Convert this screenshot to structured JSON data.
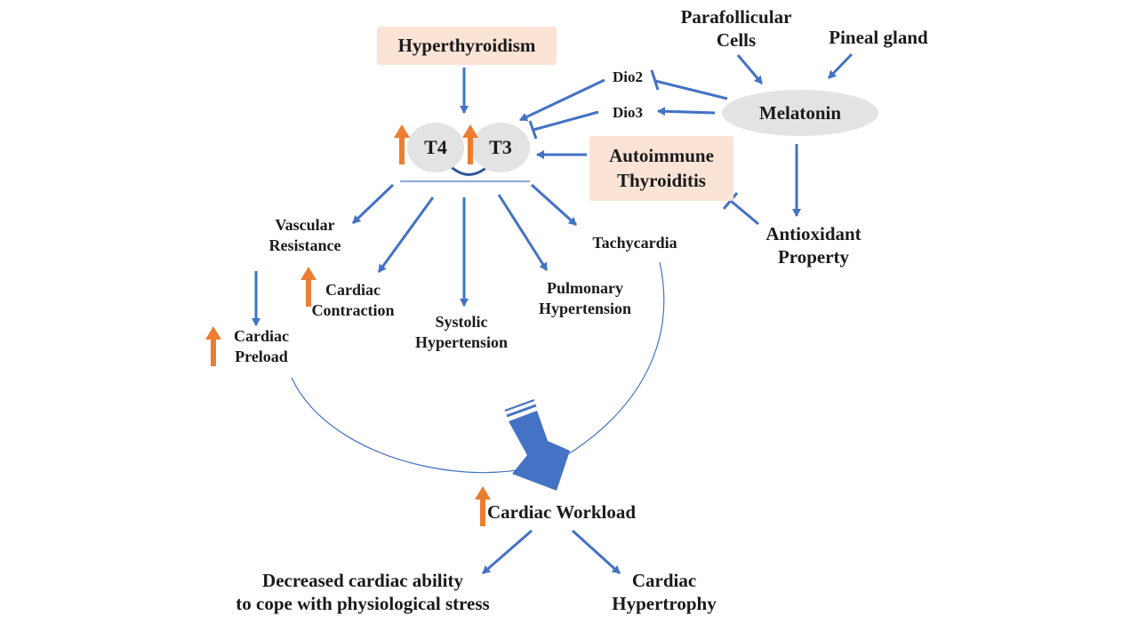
{
  "nodes": {
    "hyperthyroidism": "Hyperthyroidism",
    "parafollicular_cells": "Parafollicular\nCells",
    "pineal_gland": "Pineal gland",
    "dio2": "Dio2",
    "dio3": "Dio3",
    "melatonin": "Melatonin",
    "t4": "T4",
    "t3": "T3",
    "autoimmune_thyroiditis": "Autoimmune\nThyroiditis",
    "antioxidant_property": "Antioxidant\nProperty",
    "vascular_resistance": "Vascular\nResistance",
    "cardiac_contraction": "Cardiac\nContraction",
    "systolic_hypertension": "Systolic\nHypertension",
    "pulmonary_hypertension": "Pulmonary\nHypertension",
    "tachycardia": "Tachycardia",
    "cardiac_preload": "Cardiac\nPreload",
    "cardiac_workload": "Cardiac Workload",
    "decreased_cardiac_ability": "Decreased cardiac ability\nto cope with physiological stress",
    "cardiac_hypertrophy": "Cardiac\nHypertrophy"
  },
  "colors": {
    "arrow_blue": "#4472c4",
    "increase_orange": "#ed7d31",
    "box_fill": "#fbe3d6",
    "ellipse_fill": "#e3e3e3"
  }
}
